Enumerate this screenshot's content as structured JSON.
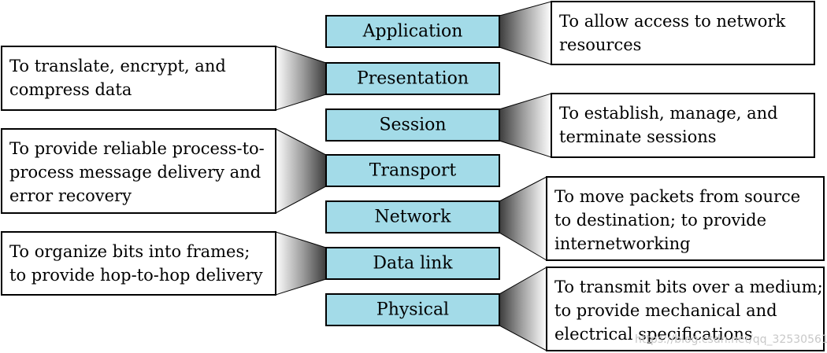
{
  "layers": [
    {
      "id": "application",
      "label": "Application"
    },
    {
      "id": "presentation",
      "label": "Presentation"
    },
    {
      "id": "session",
      "label": "Session"
    },
    {
      "id": "transport",
      "label": "Transport"
    },
    {
      "id": "network",
      "label": "Network"
    },
    {
      "id": "data-link",
      "label": "Data link"
    },
    {
      "id": "physical",
      "label": "Physical"
    }
  ],
  "descriptions": [
    {
      "layer": "application",
      "side": "right",
      "lines": [
        "To allow access to network",
        "resources"
      ]
    },
    {
      "layer": "presentation",
      "side": "left",
      "lines": [
        "To translate, encrypt, and",
        "compress data"
      ]
    },
    {
      "layer": "session",
      "side": "right",
      "lines": [
        "To establish, manage, and",
        "terminate sessions"
      ]
    },
    {
      "layer": "transport",
      "side": "left",
      "lines": [
        "To provide reliable process-to-",
        "process message delivery and",
        "error recovery"
      ]
    },
    {
      "layer": "network",
      "side": "right",
      "lines": [
        "To move packets from source",
        "to destination; to provide",
        "internetworking"
      ]
    },
    {
      "layer": "data-link",
      "side": "left",
      "lines": [
        "To organize bits into frames;",
        "to provide hop-to-hop delivery"
      ]
    },
    {
      "layer": "physical",
      "side": "right",
      "lines": [
        "To transmit bits over a medium;",
        "to provide mechanical and",
        "electrical specifications"
      ]
    }
  ],
  "watermark": "https://blog.csdn.net/qq_32530561",
  "colors": {
    "layer_fill": "#a3dbe8",
    "border": "#000000",
    "funnel_light": "#ffffff",
    "funnel_dark": "#3c3c3c"
  }
}
